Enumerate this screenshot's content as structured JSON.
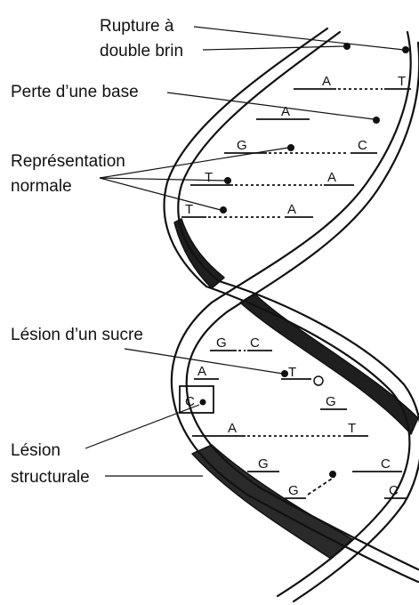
{
  "labels": {
    "double_strand_break": [
      "Rupture à",
      "double brin"
    ],
    "base_loss": "Perte d’une base",
    "normal_representation": [
      "Représentation",
      "normale"
    ],
    "sugar_lesion": "Lésion d’un sucre",
    "structural_lesion": [
      "Lésion",
      "structurale"
    ]
  },
  "bases": {
    "pair1": [
      "A",
      "T"
    ],
    "pair2_left": "A",
    "pair3": [
      "G",
      "C"
    ],
    "pair4": [
      "T",
      "A"
    ],
    "pair5": [
      "T",
      "A"
    ],
    "pair6": [
      "G",
      "C"
    ],
    "sugar_pair": [
      "A",
      "T"
    ],
    "boxed": "C",
    "pair7_right": "G",
    "pair8": [
      "A",
      "T"
    ],
    "pair9": [
      "G",
      "C"
    ],
    "pair10": [
      "G",
      "C"
    ]
  },
  "colors": {
    "ink": "#111111",
    "background": "#ffffff",
    "backbone_dark": "#1f1f1f"
  }
}
